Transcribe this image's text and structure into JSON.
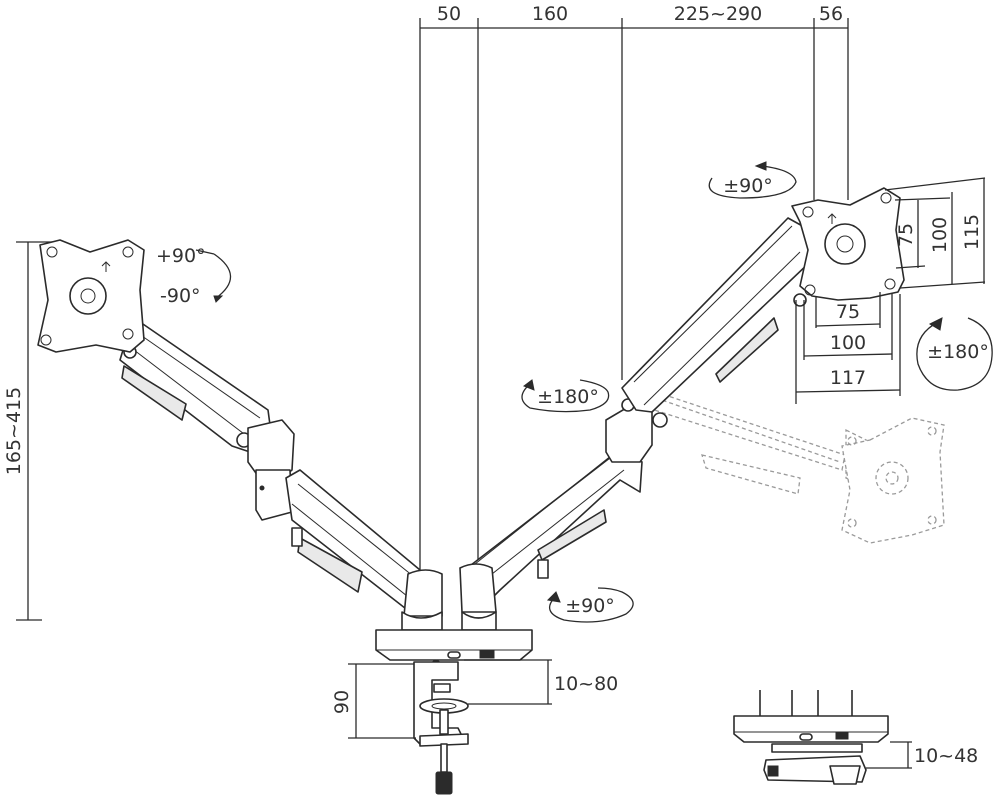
{
  "dimensions": {
    "top": [
      "50",
      "160",
      "225~290",
      "56"
    ],
    "height": "165~415",
    "vesa_vertical": [
      "75",
      "100",
      "115"
    ],
    "vesa_horizontal": [
      "75",
      "100",
      "117"
    ],
    "clamp_height": "90",
    "desk_thickness_clamp": "10~80",
    "desk_thickness_grommet": "10~48"
  },
  "rotations": {
    "tilt_up": "+90°",
    "tilt_down": "-90°",
    "swivel_top": "±90°",
    "rotation_right": "±180°",
    "arm_swivel": "±180°",
    "base_swivel": "±90°"
  }
}
